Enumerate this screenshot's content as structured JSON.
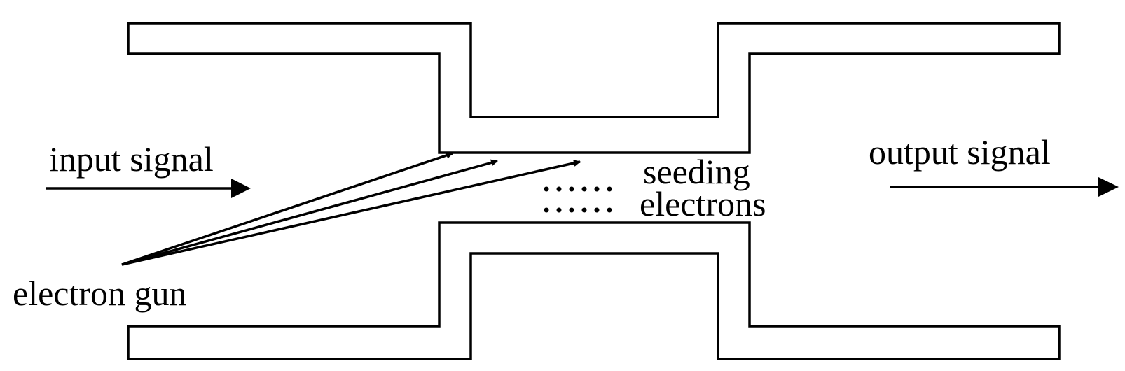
{
  "labels": {
    "input_signal": "input signal",
    "output_signal": "output signal",
    "electron_gun": "electron gun",
    "seeding_line1": "seeding",
    "seeding_line2": "electrons"
  },
  "colors": {
    "stroke": "#000000",
    "background": "#ffffff"
  }
}
